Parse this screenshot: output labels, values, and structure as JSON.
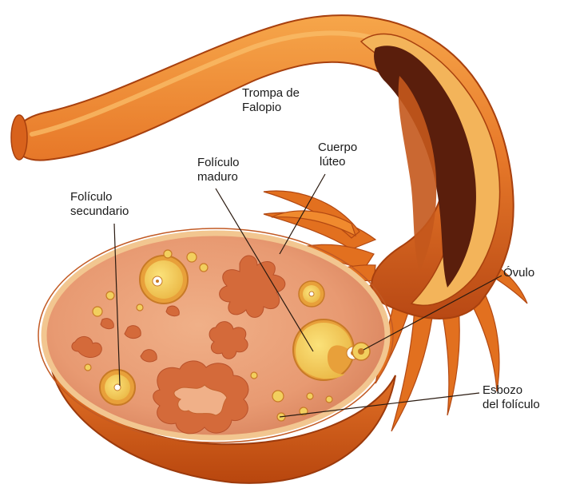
{
  "labels": {
    "trompa": {
      "line1": "Trompa de",
      "line2": "Falopio"
    },
    "cuerpo": {
      "line1": "Cuerpo",
      "line2": "lúteo"
    },
    "maduro": {
      "line1": "Folículo",
      "line2": "maduro"
    },
    "secundario": {
      "line1": "Folículo",
      "line2": "secundario"
    },
    "ovulo": {
      "line1": "Óvulo"
    },
    "esbozo": {
      "line1": "Esbozo",
      "line2": "del folículo"
    }
  },
  "colors": {
    "tube_dark": "#c4501a",
    "tube_mid": "#e87a2a",
    "tube_light": "#f6a64a",
    "tube_inner": "#5a1e0c",
    "ovary_cut": "#eaa07a",
    "ovary_rim": "#f2c690",
    "ovary_shell": "#d2621e",
    "follicle_fill": "#f2cf5e",
    "follicle_ring": "#e8a03a",
    "structure": "#d46a3a",
    "leader_line": "#2a1a10"
  }
}
